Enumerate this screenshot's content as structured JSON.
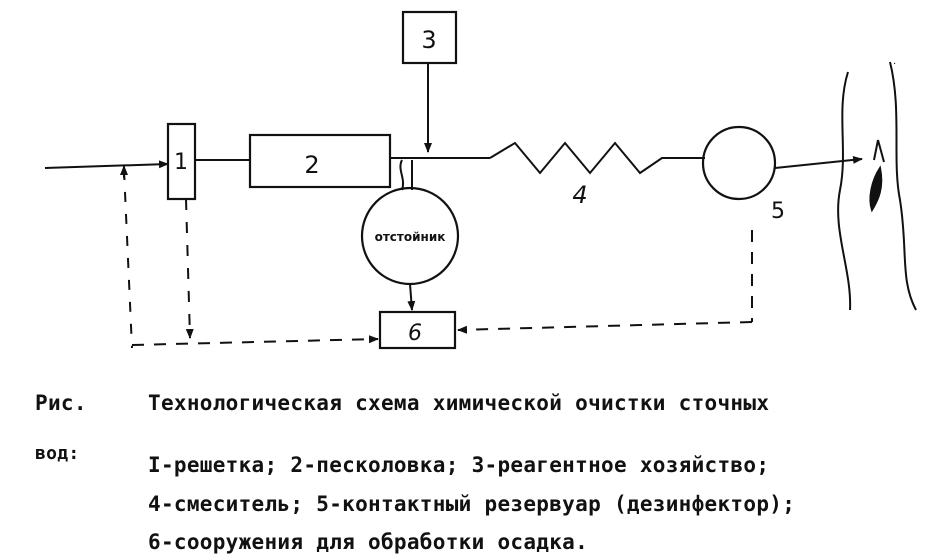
{
  "diagram": {
    "nodes": {
      "n1": "1",
      "n2": "2",
      "n3": "3",
      "n4": "4",
      "n5": "5",
      "n6": "6",
      "settler": "отстойник"
    }
  },
  "caption": {
    "fig_label": "Рис.",
    "title_line1": "Технологическая схема химической очистки сточных",
    "title_line2_start": "вод:",
    "legend_line1": "I-решетка; 2-песколовка; 3-реагентное хозяйство;",
    "legend_line2": "4-смеситель; 5-контактный резервуар (дезинфектор);",
    "legend_line3": "6-сооружения для обработки осадка."
  }
}
